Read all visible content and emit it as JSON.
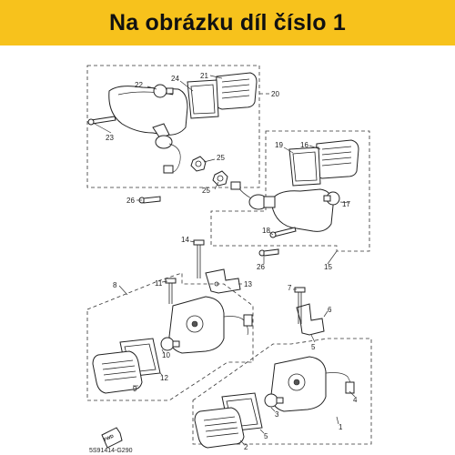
{
  "banner": {
    "title": "Na obrázku díl číslo 1"
  },
  "labels": {
    "p1": "1",
    "p2": "2",
    "p3": "3",
    "p4": "4",
    "p5": "5",
    "p6": "6",
    "p7": "7",
    "p8": "8",
    "p9": "9",
    "p10": "10",
    "p11": "11",
    "p12": "12",
    "p13": "13",
    "p14": "14",
    "p15": "15",
    "p16": "16",
    "p17": "17",
    "p18": "18",
    "p19": "19",
    "p20": "20",
    "p21": "21",
    "p22": "22",
    "p23": "23",
    "p24": "24",
    "p25a": "25",
    "p25b": "25",
    "p26a": "26",
    "p26b": "26"
  },
  "diagram_code": "5S91414-G290",
  "fwd_mark": "FWD",
  "colors": {
    "banner": "#f7c21c",
    "line": "#222222"
  }
}
